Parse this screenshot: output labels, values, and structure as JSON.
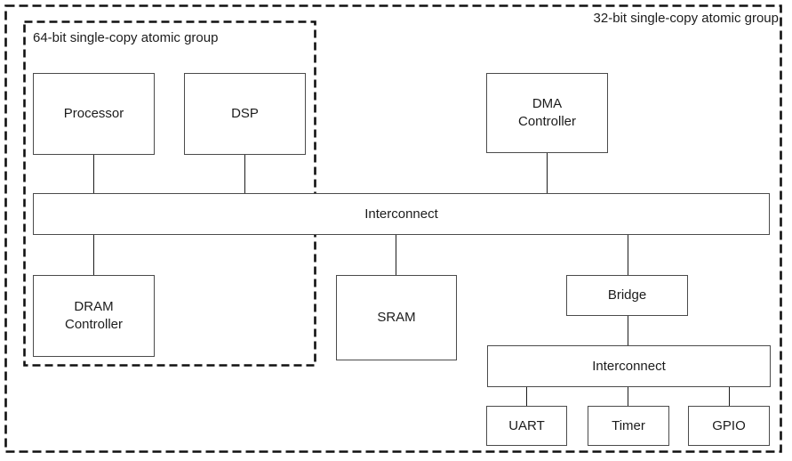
{
  "diagram": {
    "groups": {
      "outer_label": "32-bit single-copy atomic group",
      "inner_label": "64-bit single-copy atomic group"
    },
    "nodes": {
      "processor": "Processor",
      "dsp": "DSP",
      "dma": "DMA\nController",
      "interconnect1": "Interconnect",
      "dram": "DRAM\nController",
      "sram": "SRAM",
      "bridge": "Bridge",
      "interconnect2": "Interconnect",
      "uart": "UART",
      "timer": "Timer",
      "gpio": "GPIO"
    },
    "edges": [
      {
        "from": "Processor",
        "to": "Interconnect"
      },
      {
        "from": "DSP",
        "to": "Interconnect"
      },
      {
        "from": "DMA Controller",
        "to": "Interconnect"
      },
      {
        "from": "Interconnect",
        "to": "DRAM Controller"
      },
      {
        "from": "Interconnect",
        "to": "SRAM"
      },
      {
        "from": "Interconnect",
        "to": "Bridge"
      },
      {
        "from": "Bridge",
        "to": "Interconnect (peripheral)"
      },
      {
        "from": "Interconnect (peripheral)",
        "to": "UART"
      },
      {
        "from": "Interconnect (peripheral)",
        "to": "Timer"
      },
      {
        "from": "Interconnect (peripheral)",
        "to": "GPIO"
      }
    ],
    "membership": {
      "inner_group_members": [
        "Processor",
        "DSP",
        "DRAM Controller"
      ],
      "outer_group_members": [
        "DMA Controller",
        "Interconnect",
        "SRAM",
        "Bridge",
        "Interconnect (peripheral)",
        "UART",
        "Timer",
        "GPIO"
      ]
    },
    "colors": {
      "background": "#ffffff",
      "box_border": "#4b4b4b",
      "dashed_border": "#111111",
      "text": "#1c1c1c"
    }
  }
}
